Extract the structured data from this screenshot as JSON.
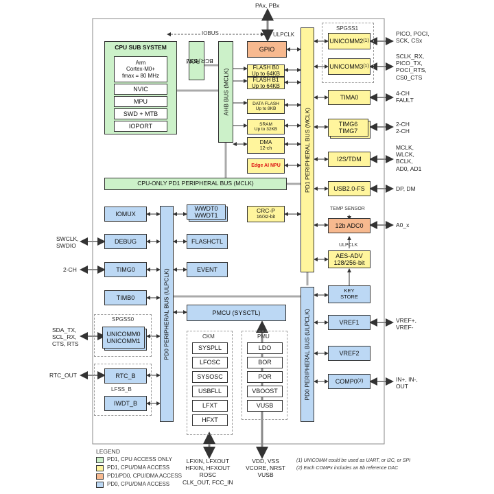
{
  "top_ext": "PAx, PBx",
  "iobus": "IOBUS",
  "ulpclk_top": "ULPCLK",
  "cpu": {
    "title": "CPU SUB SYSTEM",
    "core_line1": "Arm",
    "core_line2": "Cortex-M0+",
    "core_line3": "fmax = 80 MHz",
    "nvic": "NVIC",
    "mpu": "MPU",
    "swd": "SWD + MTB",
    "ioport": "IOPORT"
  },
  "rom": "ROM",
  "rom_sub": "BCR, BSL",
  "ahb_bus": "AHB BUS (MCLK)",
  "pd1_bus": "PD1 PERIPHERAL BUS (MCLK)",
  "pd0_bus_left": "PD0 PERIPHERAL BUS (ULPCLK)",
  "pd0_bus_right": "PD0 PERIPHERAL BUS (ULPCLK)",
  "cpu_only_bus": "CPU-ONLY PD1 PERIPHERAL BUS (MCLK)",
  "gpio": "GPIO",
  "flash_b0": [
    "FLASH B0",
    "Up to 64KB"
  ],
  "flash_b1": [
    "FLASH B1",
    "Up to 64KB"
  ],
  "data_flash": [
    "DATA FLASH",
    "Up to 8KB"
  ],
  "sram": [
    "SRAM",
    "Up to 32KB"
  ],
  "dma": [
    "DMA",
    "12-ch"
  ],
  "npu": "Edge AI NPU",
  "crcp": [
    "CRC-P",
    "16/32-bit"
  ],
  "spgss1": "SPGSS1",
  "unicomm2": "UNICOMM2",
  "unicomm3": "UNICOMM3",
  "note_sup": "(1)",
  "tima0": "TIMA0",
  "timg6": "TIMG6",
  "timg7": "TIMG7",
  "i2s": "I2S/TDM",
  "usb": "USB2.0-FS",
  "temp_sensor": "TEMP SENSOR",
  "adc": "12b ADC0",
  "ulpclk_mid": "ULPCLK",
  "aes": [
    "AES-ADV",
    "128/256-bit"
  ],
  "keystore": [
    "KEY",
    "STORE"
  ],
  "vref1": "VREF1",
  "vref2": "VREF2",
  "comp0": "COMP0",
  "comp_sup": "(2)",
  "right_ext": {
    "unicomm2": [
      "PICO, POCI,",
      "SCK, CSx"
    ],
    "unicomm3": [
      "SCLK_RX,",
      "PICO_TX,",
      "POCI_RTS,",
      "CS0_CTS"
    ],
    "tima0": [
      "4-CH",
      "FAULT"
    ],
    "timg": [
      "2-CH",
      "2-CH"
    ],
    "i2s": [
      "MCLK,",
      "WLCK,",
      "BCLK,",
      "AD0, AD1"
    ],
    "usb": "DP, DM",
    "adc": "A0_x",
    "vref1": [
      "VREF+,",
      "VREF-"
    ],
    "comp0": [
      "IN+, IN-,",
      "OUT"
    ]
  },
  "iomux": "IOMUX",
  "wwdt": [
    "WWDT0",
    "WWDT1"
  ],
  "debug": "DEBUG",
  "flashctl": "FLASHCTL",
  "timg0": "TIMG0",
  "event": "EVENT",
  "timb0": "TIMB0",
  "spgss0": "SPGSS0",
  "unicomm0": "UNICOMM0",
  "unicomm1": "UNICOMM1",
  "rtc_b": "RTC_B",
  "lfss_b": "LFSS_B",
  "iwdt_b": "IWDT_B",
  "left_ext": {
    "debug": [
      "SWCLK,",
      "SWDIO"
    ],
    "timg0": "2-CH",
    "unicomm": [
      "SDA_TX,",
      "SCL_RX,",
      "CTS, RTS"
    ],
    "rtc": "RTC_OUT"
  },
  "pmcu": "PMCU (SYSCTL)",
  "ckm": {
    "title": "CKM",
    "items": [
      "SYSPLL",
      "LFOSC",
      "SYSOSC",
      "USBFLL",
      "LFXT",
      "HFXT"
    ]
  },
  "pmu": {
    "title": "PMU",
    "items": [
      "LDO",
      "BOR",
      "POR",
      "VBOOST",
      "VUSB"
    ]
  },
  "bottom_ext_ckm": [
    "LFXIN, LFXOUT",
    "HFXIN, HFXOUT",
    "ROSC",
    "CLK_OUT, FCC_IN"
  ],
  "bottom_ext_pmu": [
    "VDD, VSS",
    "VCORE, NRST",
    "VUSB"
  ],
  "legend": {
    "title": "LEGEND",
    "items": [
      {
        "label": "PD1, CPU ACCESS ONLY",
        "color": "#ccf1c9"
      },
      {
        "label": "PD1, CPU/DMA ACCESS",
        "color": "#fff59d"
      },
      {
        "label": "PD1/PD0, CPU/DMA ACCESS",
        "color": "#f7b98f"
      },
      {
        "label": "PD0, CPU/DMA ACCESS",
        "color": "#bcd8f4"
      }
    ]
  },
  "footnotes": [
    "(1) UNICOMM could be used as UART, or I2C, or SPI",
    "(2) Each COMPx includes an 8b reference DAC"
  ]
}
